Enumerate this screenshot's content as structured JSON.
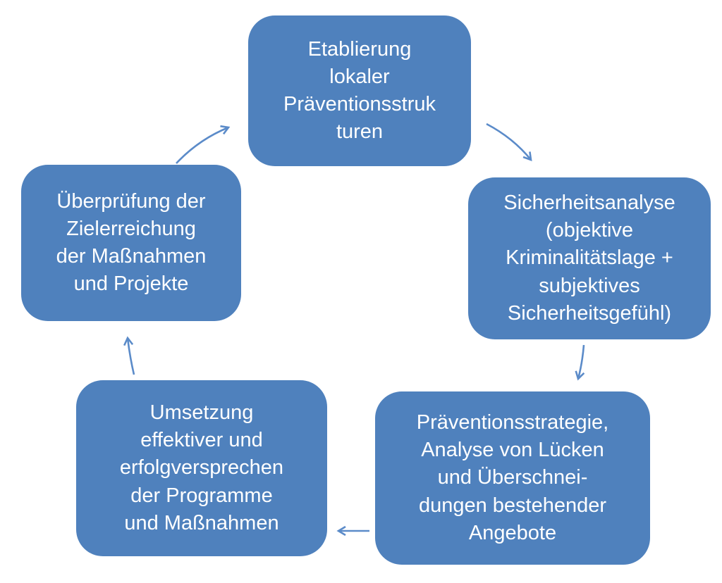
{
  "diagram": {
    "type": "cycle",
    "colors": {
      "box": "#4F81BD",
      "text": "#FFFFFF",
      "arrow": "#5B8BC9",
      "background": "#FFFFFF"
    },
    "nodes": [
      {
        "id": "etablierung",
        "label": "Etablierung\nlokaler\nPräventionsstruk\nturen"
      },
      {
        "id": "sicherheitsanalyse",
        "label": "Sicherheitsanalyse\n(objektive\nKriminalitätslage +\nsubjektives\nSicherheitsgefühl)"
      },
      {
        "id": "praeventionsstrategie",
        "label": "Präventionsstrategie,\nAnalyse von Lücken\nund Überschnei-\ndungen bestehender\nAngebote"
      },
      {
        "id": "umsetzung",
        "label": "Umsetzung\neffektiver und\nerfolgversprechen\nder Programme\nund Maßnahmen"
      },
      {
        "id": "ueberpruefung",
        "label": "Überprüfung der\nZielerreichung\nder Maßnahmen\nund Projekte"
      }
    ],
    "edges": [
      {
        "from": "ueberpruefung",
        "to": "etablierung"
      },
      {
        "from": "etablierung",
        "to": "sicherheitsanalyse"
      },
      {
        "from": "sicherheitsanalyse",
        "to": "praeventionsstrategie"
      },
      {
        "from": "praeventionsstrategie",
        "to": "umsetzung"
      },
      {
        "from": "umsetzung",
        "to": "ueberpruefung"
      }
    ]
  }
}
